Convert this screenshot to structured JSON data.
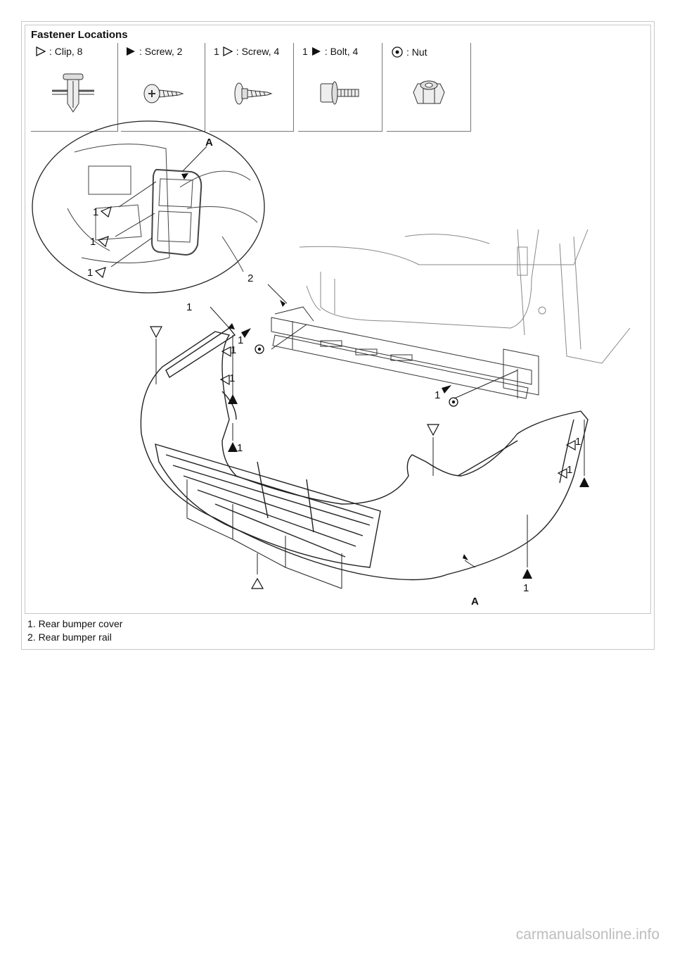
{
  "header": {
    "title": "Fastener Locations"
  },
  "legend": [
    {
      "symbol": "clip-outline-triangle",
      "prefix": "",
      "label": ": Clip, 8"
    },
    {
      "symbol": "filled-triangle",
      "prefix": "",
      "label": ": Screw, 2"
    },
    {
      "symbol": "outline-triangle",
      "prefix": "1",
      "label": ": Screw, 4"
    },
    {
      "symbol": "filled-triangle",
      "prefix": "1",
      "label": ": Bolt, 4"
    },
    {
      "symbol": "nut-circle-dot",
      "prefix": "",
      "label": ": Nut"
    }
  ],
  "callouts": {
    "A": "A",
    "one": "1",
    "two": "2"
  },
  "captions": [
    "1. Rear bumper cover",
    "2. Rear bumper rail"
  ],
  "watermark": "carmanualsonline.info"
}
